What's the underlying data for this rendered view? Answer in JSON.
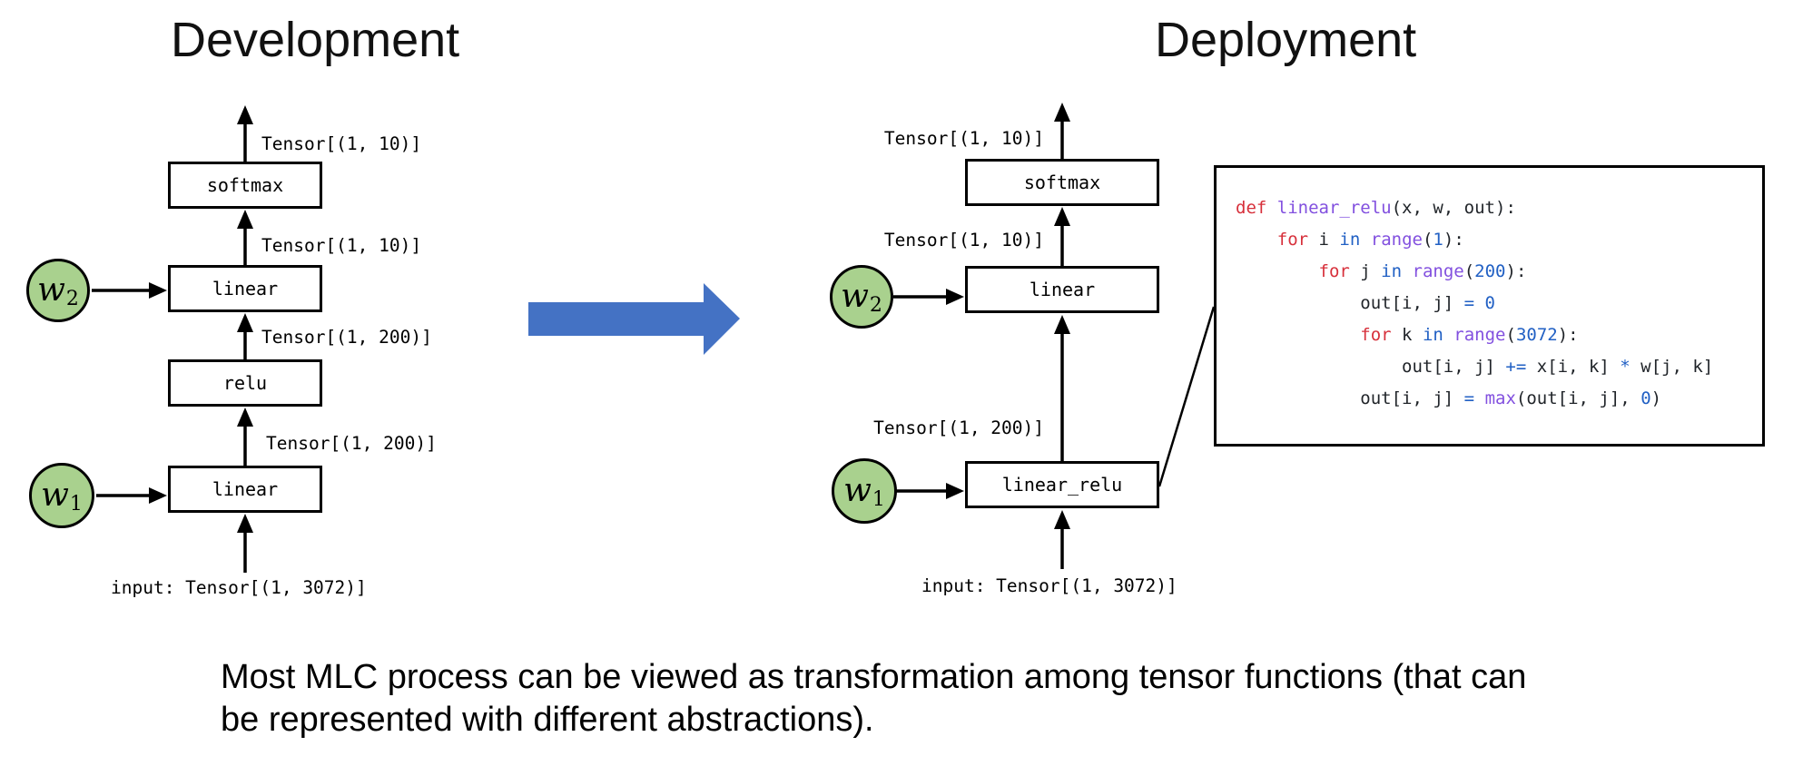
{
  "development": {
    "title": "Development",
    "nodes": [
      "softmax",
      "linear",
      "relu",
      "linear"
    ],
    "tensor_labels": [
      "Tensor[(1, 10)]",
      "Tensor[(1, 10)]",
      "Tensor[(1, 200)]",
      "Tensor[(1, 200)]"
    ],
    "input_label": "input: Tensor[(1, 3072)]",
    "weights": [
      {
        "base": "w",
        "sub": "2"
      },
      {
        "base": "w",
        "sub": "1"
      }
    ]
  },
  "deployment": {
    "title": "Deployment",
    "nodes": [
      "softmax",
      "linear",
      "linear_relu"
    ],
    "tensor_labels": [
      "Tensor[(1, 10)]",
      "Tensor[(1, 10)]",
      "Tensor[(1, 200)]"
    ],
    "input_label": "input: Tensor[(1, 3072)]",
    "weights": [
      {
        "base": "w",
        "sub": "2"
      },
      {
        "base": "w",
        "sub": "1"
      }
    ]
  },
  "code": {
    "lines": [
      [
        {
          "t": "def ",
          "c": "k"
        },
        {
          "t": "linear_relu",
          "c": "f"
        },
        {
          "t": "(x, w, out):",
          "c": "p"
        }
      ],
      [
        {
          "t": "    ",
          "c": "p"
        },
        {
          "t": "for",
          "c": "k"
        },
        {
          "t": " i ",
          "c": "p"
        },
        {
          "t": "in",
          "c": "n"
        },
        {
          "t": " ",
          "c": "p"
        },
        {
          "t": "range",
          "c": "f"
        },
        {
          "t": "(",
          "c": "p"
        },
        {
          "t": "1",
          "c": "n"
        },
        {
          "t": "):",
          "c": "p"
        }
      ],
      [
        {
          "t": "        ",
          "c": "p"
        },
        {
          "t": "for",
          "c": "k"
        },
        {
          "t": " j ",
          "c": "p"
        },
        {
          "t": "in",
          "c": "n"
        },
        {
          "t": " ",
          "c": "p"
        },
        {
          "t": "range",
          "c": "f"
        },
        {
          "t": "(",
          "c": "p"
        },
        {
          "t": "200",
          "c": "n"
        },
        {
          "t": "):",
          "c": "p"
        }
      ],
      [
        {
          "t": "            out[i, j] ",
          "c": "p"
        },
        {
          "t": "= 0",
          "c": "n"
        }
      ],
      [
        {
          "t": "            ",
          "c": "p"
        },
        {
          "t": "for",
          "c": "k"
        },
        {
          "t": " k ",
          "c": "p"
        },
        {
          "t": "in",
          "c": "n"
        },
        {
          "t": " ",
          "c": "p"
        },
        {
          "t": "range",
          "c": "f"
        },
        {
          "t": "(",
          "c": "p"
        },
        {
          "t": "3072",
          "c": "n"
        },
        {
          "t": "):",
          "c": "p"
        }
      ],
      [
        {
          "t": "                out[i, j] ",
          "c": "p"
        },
        {
          "t": "+=",
          "c": "n"
        },
        {
          "t": " x[i, k] ",
          "c": "p"
        },
        {
          "t": "*",
          "c": "n"
        },
        {
          "t": " w[j, k]",
          "c": "p"
        }
      ],
      [
        {
          "t": "            out[i, j] ",
          "c": "p"
        },
        {
          "t": "=",
          "c": "n"
        },
        {
          "t": " ",
          "c": "p"
        },
        {
          "t": "max",
          "c": "f"
        },
        {
          "t": "(out[i, j], ",
          "c": "p"
        },
        {
          "t": "0",
          "c": "n"
        },
        {
          "t": ")",
          "c": "p"
        }
      ]
    ]
  },
  "caption": {
    "lines": [
      "Most MLC process can be viewed as transformation among tensor functions (that can",
      "be represented with different abstractions)."
    ]
  },
  "colors": {
    "keyword": "#d7303b",
    "function": "#8250df",
    "number": "#2160c4",
    "plain": "#1f2328",
    "transform_arrow": "#4472c4",
    "weight_fill": "#a9d18e",
    "line": "#000000"
  }
}
